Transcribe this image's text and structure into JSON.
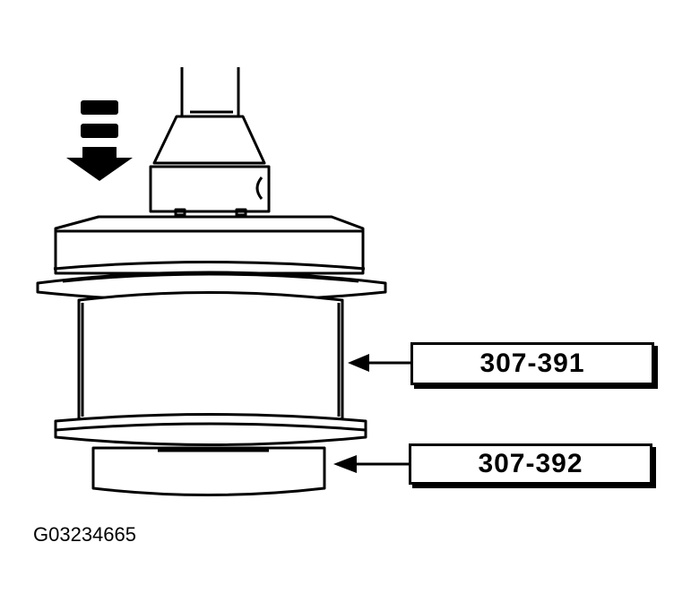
{
  "callouts": [
    {
      "label": "307-391"
    },
    {
      "label": "307-392"
    }
  ],
  "figure_id": "G03234665",
  "colors": {
    "line": "#000000",
    "background": "#ffffff"
  }
}
